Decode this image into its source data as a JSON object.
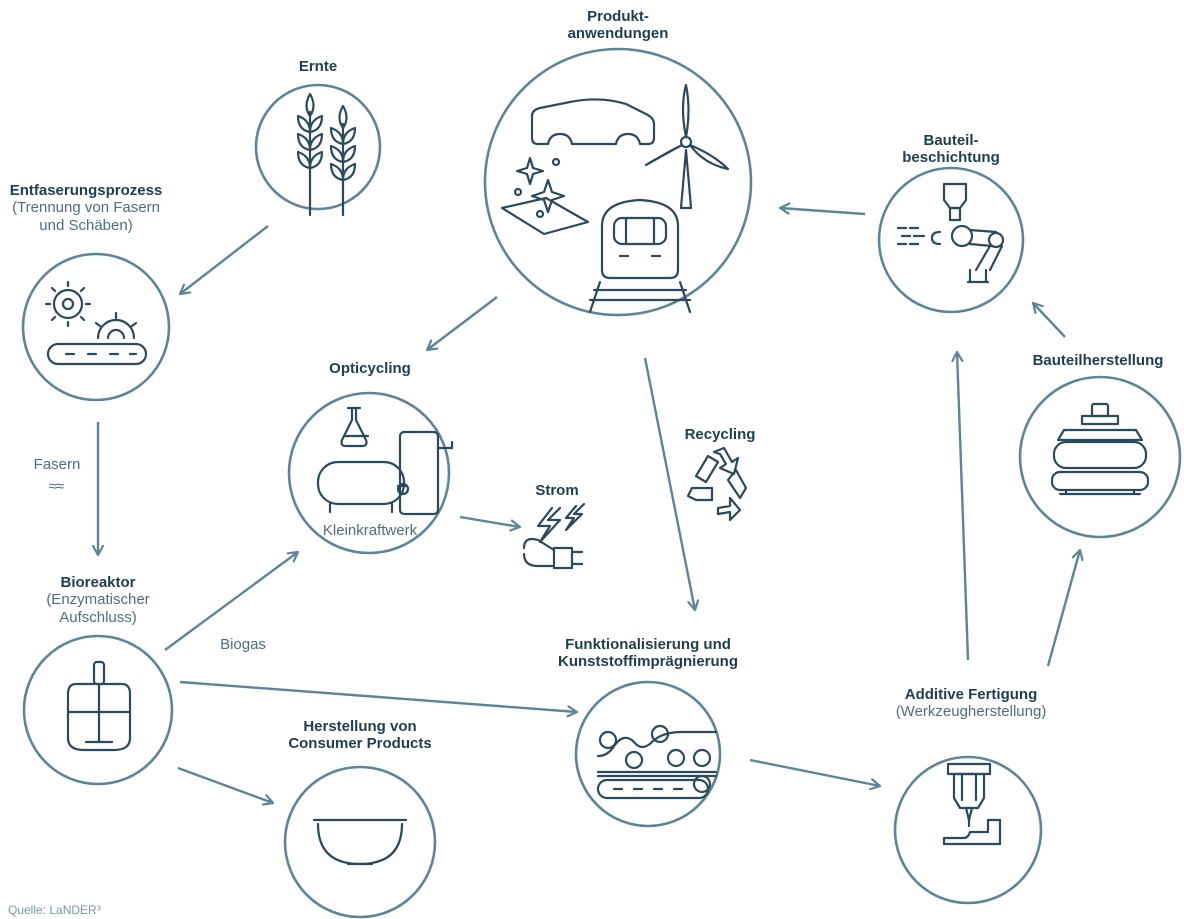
{
  "nodes": {
    "ernte": {
      "title": "Ernte"
    },
    "produkt": {
      "title_line1": "Produkt-",
      "title_line2": "anwendungen"
    },
    "bauteil_beschichtung": {
      "title_line1": "Bauteil-",
      "title_line2": "beschichtung"
    },
    "entfaserung": {
      "title": "Entfaserungsprozess",
      "subtitle_line1": "(Trennung von Fasern",
      "subtitle_line2": "und Schäben)"
    },
    "opticycling": {
      "title": "Opticycling",
      "inner_label": "Kleinkraftwerk"
    },
    "bauteilherstellung": {
      "title": "Bauteilherstellung"
    },
    "recycling": {
      "title": "Recycling"
    },
    "strom": {
      "title": "Strom"
    },
    "bioreaktor": {
      "title": "Bioreaktor",
      "subtitle_line1": "(Enzymatischer",
      "subtitle_line2": "Aufschluss)"
    },
    "funktionalisierung": {
      "title_line1": "Funktionalisierung und",
      "title_line2": "Kunststoffimprägnierung"
    },
    "additive": {
      "title": "Additive Fertigung",
      "subtitle": "(Werkzeugherstellung)"
    },
    "consumer": {
      "title_line1": "Herstellung von",
      "title_line2": "Consumer Products"
    }
  },
  "edge_labels": {
    "fasern": "Fasern",
    "biogas": "Biogas"
  },
  "source": "Quelle: LaNDER³",
  "colors": {
    "stroke": "#5d8595",
    "dark": "#2b4a5b",
    "text": "#1f3e4f",
    "muted": "#4e6e7d",
    "background": "#ffffff"
  },
  "icons": [
    "wheat-icon",
    "gears-conveyor-icon",
    "car-icon",
    "wind-turbine-icon",
    "sparkle-surface-icon",
    "train-icon",
    "robot-arm-spray-icon",
    "flask-tank-plant-icon",
    "recycling-icon",
    "lightning-plug-icon",
    "press-icon",
    "bioreactor-icon",
    "rollers-conveyor-icon",
    "printer-nozzle-icon",
    "bowl-icon"
  ]
}
